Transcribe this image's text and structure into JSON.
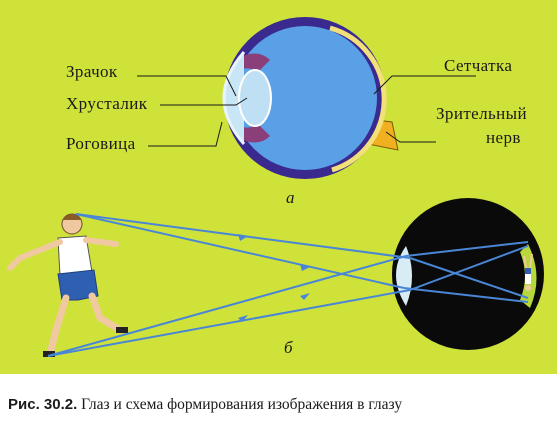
{
  "labels": {
    "pupil": "Зрачок",
    "lens": "Хрусталик",
    "cornea": "Роговица",
    "retina": "Сетчатка",
    "optic_nerve_line1": "Зрительный",
    "optic_nerve_line2": "нерв"
  },
  "sublabels": {
    "top": "а",
    "bottom": "б"
  },
  "caption": {
    "number": "Рис. 30.2.",
    "text": "Глаз и схема формирования изображения в глазу"
  },
  "colors": {
    "background": "#cfe23a",
    "sclera": "#3a2a8f",
    "eyeball": "#5aa0e6",
    "iris": "#8a3e7a",
    "ray": "#4a86d6",
    "nerve": "#f0b020"
  }
}
